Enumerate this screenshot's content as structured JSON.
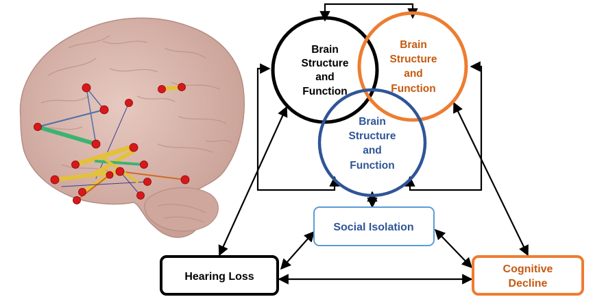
{
  "circles": {
    "black": {
      "lines": [
        "Brain",
        "Structure",
        "and",
        "Function"
      ],
      "color": "#000000"
    },
    "orange": {
      "lines": [
        "Brain",
        "Structure",
        "and",
        "Function"
      ],
      "color": "#ed7d31"
    },
    "blue": {
      "lines": [
        "Brain",
        "Structure",
        "and",
        "Function"
      ],
      "color": "#2f5597"
    }
  },
  "boxes": {
    "hearing_loss": {
      "label": "Hearing Loss",
      "color": "#000000"
    },
    "social_isolation": {
      "label": "Social Isolation",
      "color": "#2f5597"
    },
    "cognitive_decline": {
      "lines": [
        "Cognitive",
        "Decline"
      ],
      "color": "#c55a11"
    }
  },
  "colors": {
    "orange_stroke": "#ed7d31",
    "blue_stroke": "#2f5597",
    "social_box_stroke": "#5b9bd5",
    "brain": "#d8b5ab",
    "node": "#d7191c"
  }
}
